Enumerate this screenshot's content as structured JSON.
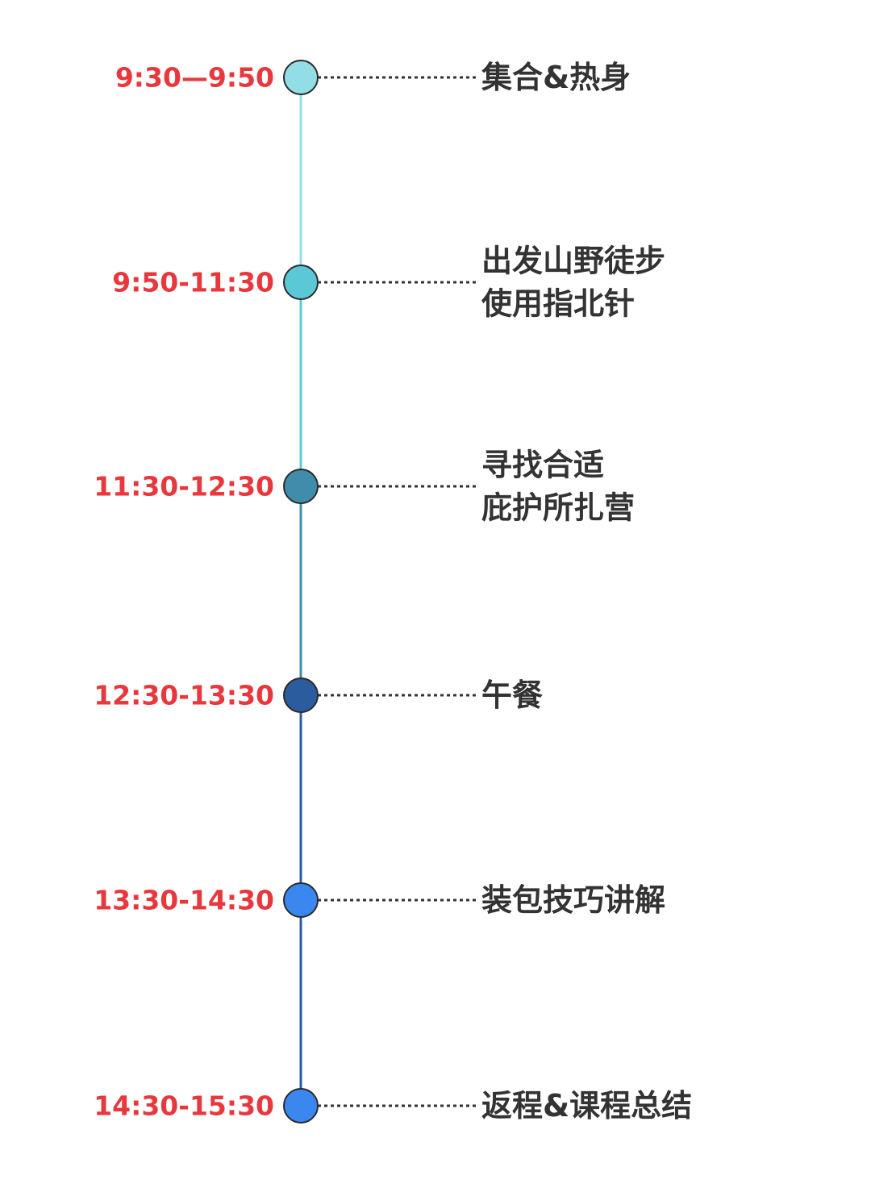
{
  "colors": {
    "time_text": "#e8383d",
    "event_text": "#333333",
    "connector": "#333333",
    "node_outline": "#2b2b2b"
  },
  "timeline": {
    "events": [
      {
        "time": "9:30—9:50",
        "lines": [
          "集合&热身"
        ],
        "node_color": "#93dde6",
        "segment_color": "#93dde6"
      },
      {
        "time": "9:50-11:30",
        "lines": [
          "出发山野徒步",
          "使用指北针"
        ],
        "node_color": "#5bc8d8",
        "segment_color": "#5bc8d8"
      },
      {
        "time": "11:30-12:30",
        "lines": [
          "寻找合适",
          "庇护所扎营"
        ],
        "node_color": "#3f8dab",
        "segment_color": "#3f8dab"
      },
      {
        "time": "12:30-13:30",
        "lines": [
          "午餐"
        ],
        "node_color": "#2b5d9e",
        "segment_color": "#2b5d9e"
      },
      {
        "time": "13:30-14:30",
        "lines": [
          "装包技巧讲解"
        ],
        "node_color": "#3a87f0",
        "segment_color": "#2b5d9e"
      },
      {
        "time": "14:30-15:30",
        "lines": [
          "返程&课程总结"
        ],
        "node_color": "#3a87f0"
      }
    ]
  }
}
